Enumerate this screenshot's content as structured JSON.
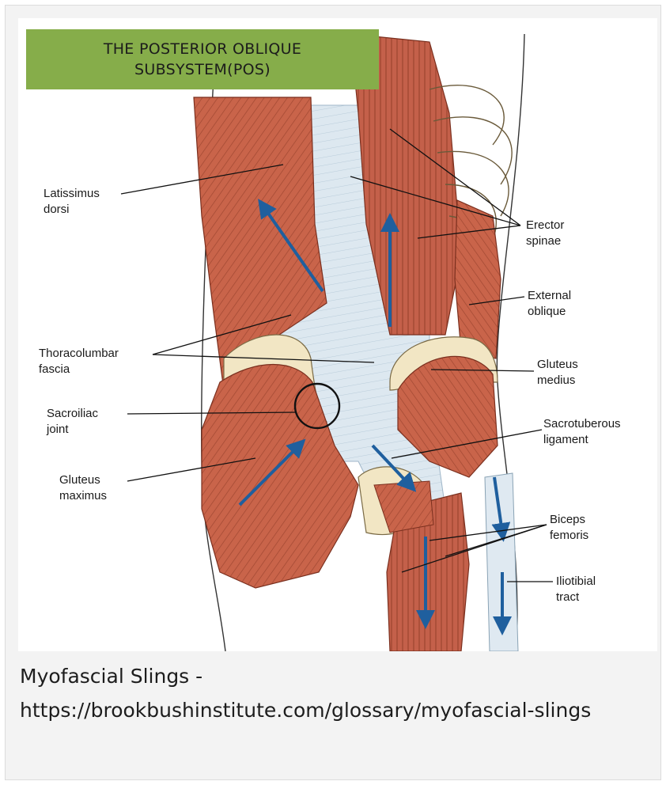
{
  "figure": {
    "title_line1": "THE POSTERIOR OBLIQUE",
    "title_line2": "SUBSYSTEM(POS)",
    "labels": {
      "latissimus": "Latissimus\ndorsi",
      "thoracolumbar": "Thoracolumbar\nfascia",
      "sacroiliac": "Sacroiliac\njoint",
      "gluteus_maximus": "Gluteus\nmaximus",
      "erector": "Erector\nspinae",
      "external_oblique": "External\noblique",
      "gluteus_medius": "Gluteus\nmedius",
      "sacrotuberous": "Sacrotuberous\nligament",
      "biceps": "Biceps\nfemoris",
      "iliotibial": "Iliotibial\ntract"
    },
    "colors": {
      "title_bg": "#86ad4a",
      "muscle": "#c9644a",
      "fascia": "#dfe9f1",
      "bone": "#f2e6c4",
      "arrow": "#1f5f9e"
    }
  },
  "caption": {
    "line1": "Myofascial Slings -",
    "line2": "https://brookbushinstitute.com/glossary/myofascial-slings"
  }
}
